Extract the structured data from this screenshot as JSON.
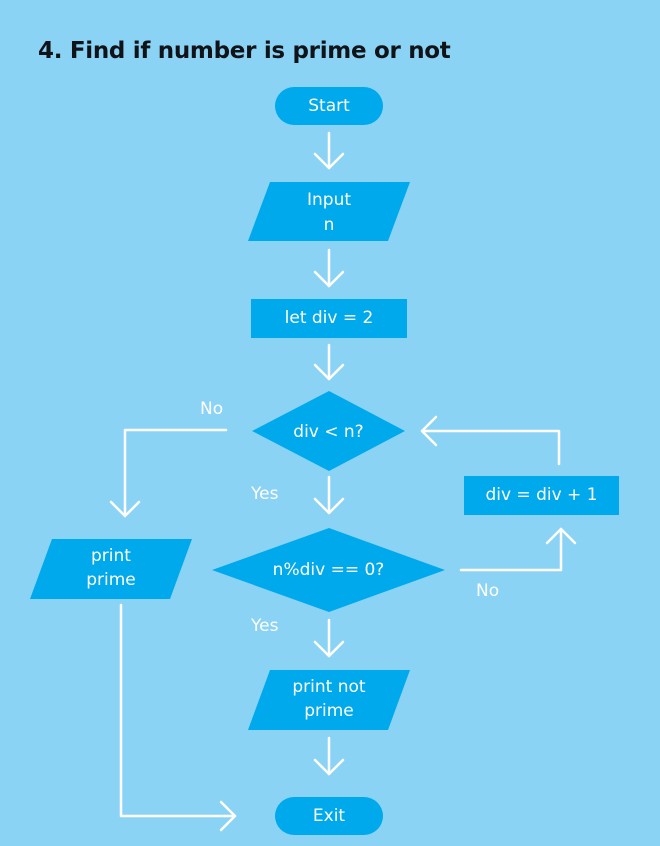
{
  "title": "4. Find if number is prime or not",
  "nodes": {
    "start": "Start",
    "input_line1": "Input",
    "input_line2": "n",
    "init": "let div = 2",
    "cond_loop": "div < n?",
    "cond_mod": "n%div == 0?",
    "increment": "div = div + 1",
    "print_prime_line1": "print",
    "print_prime_line2": "prime",
    "print_not_prime_line1": "print not",
    "print_not_prime_line2": "prime",
    "exit": "Exit"
  },
  "edges": {
    "loop_no": "No",
    "loop_yes": "Yes",
    "mod_yes": "Yes",
    "mod_no": "No"
  },
  "colors": {
    "background": "#8bd3f5",
    "shape_fill": "#00a9ec",
    "line": "#ffffff",
    "title": "#101418"
  }
}
